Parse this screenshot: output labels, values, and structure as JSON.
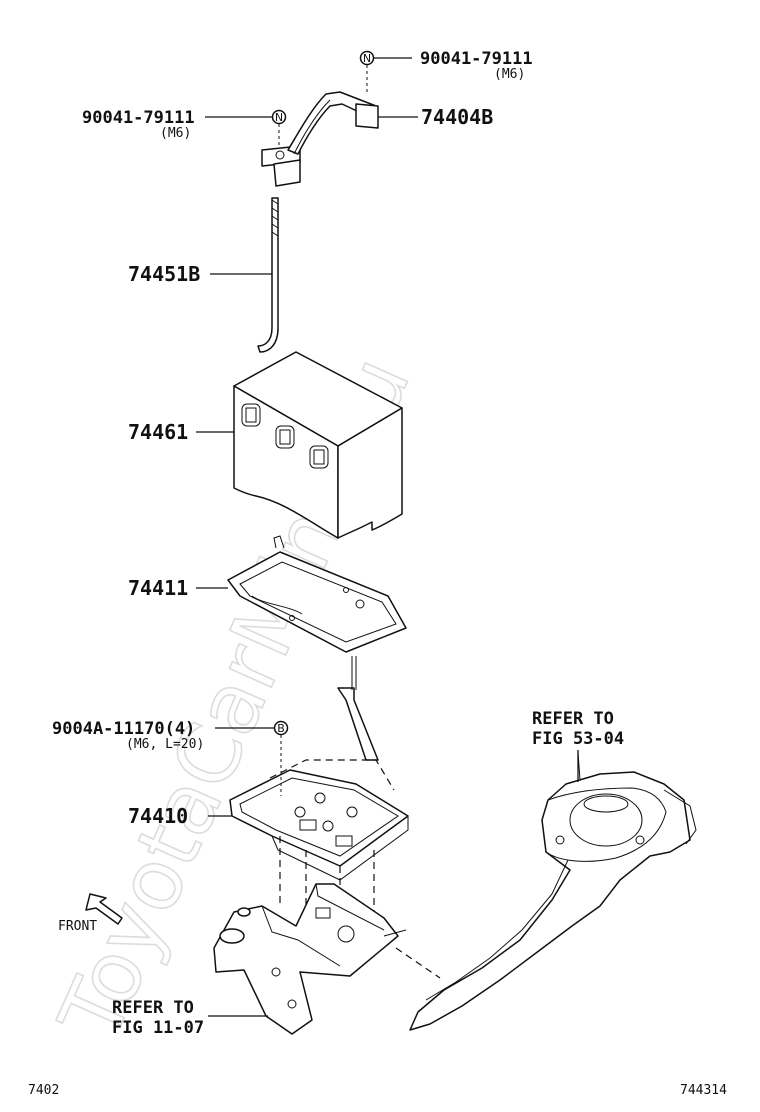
{
  "watermark": "ToyotaCarMine.ru",
  "parts": {
    "nut_top": {
      "number": "90041-79111",
      "spec": "(M6)",
      "symbol": "N"
    },
    "nut_left": {
      "number": "90041-79111",
      "spec": "(M6)",
      "symbol": "N"
    },
    "clamp": {
      "number": "74404B"
    },
    "rod": {
      "number": "74451B"
    },
    "insulator": {
      "number": "74461"
    },
    "tray": {
      "number": "74411"
    },
    "bolt": {
      "number": "9004A-11170(4)",
      "spec": "(M6, L=20)",
      "symbol": "B"
    },
    "carrier": {
      "number": "74410"
    }
  },
  "refs": {
    "ref_right": {
      "line1": "REFER TO",
      "line2": "FIG 53-04"
    },
    "ref_bottom": {
      "line1": "REFER TO",
      "line2": "FIG 11-07"
    }
  },
  "front_label": "FRONT",
  "footer": {
    "left": "7402",
    "right": "744314"
  }
}
